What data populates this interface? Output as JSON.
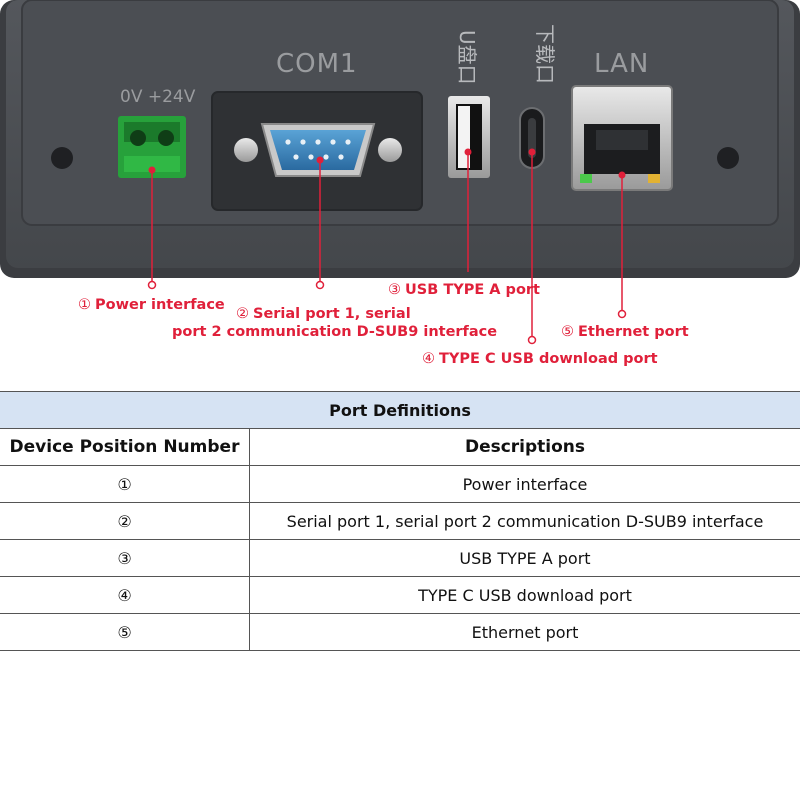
{
  "device": {
    "power_label": "0V +24V",
    "com_label": "COM1",
    "usb_vertical_label": "U盘口",
    "download_vertical_label": "下载口",
    "lan_label": "LAN"
  },
  "callouts": [
    {
      "num": "①",
      "text": "Power interface"
    },
    {
      "num": "②",
      "text": "Serial port 1, serial",
      "text2": "port 2 communication D-SUB9 interface"
    },
    {
      "num": "③",
      "text": "USB TYPE A port"
    },
    {
      "num": "④",
      "text": "TYPE C USB download port"
    },
    {
      "num": "⑤",
      "text": "Ethernet port"
    }
  ],
  "table": {
    "caption": "Port Definitions",
    "headers": [
      "Device Position Number",
      "Descriptions"
    ],
    "rows": [
      {
        "pos": "①",
        "desc": "Power interface"
      },
      {
        "pos": "②",
        "desc": "Serial port 1, serial port 2 communication D-SUB9 interface"
      },
      {
        "pos": "③",
        "desc": "USB TYPE A port"
      },
      {
        "pos": "④",
        "desc": "TYPE C USB download port"
      },
      {
        "pos": "⑤",
        "desc": "Ethernet port"
      }
    ]
  },
  "colors": {
    "accent": "#e0203a",
    "panel": "#4a4d52",
    "header_bg": "#d6e3f3"
  }
}
